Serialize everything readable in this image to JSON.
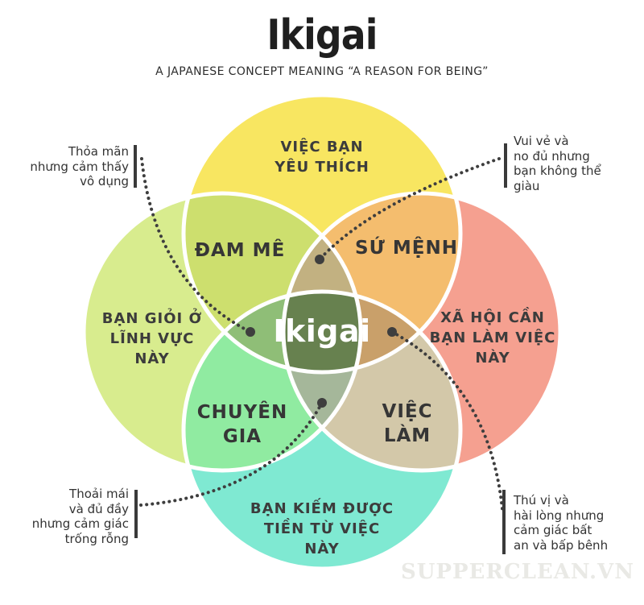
{
  "header": {
    "title": "Ikigai",
    "subtitle": "A JAPANESE CONCEPT MEANING “A REASON FOR BEING”"
  },
  "diagram": {
    "center": {
      "label": "Ikigai",
      "color": "#67814F"
    },
    "circles": {
      "top": {
        "label": "VIỆC BẠN\nYÊU THÍCH",
        "color": "#F8E661"
      },
      "left": {
        "label": "BẠN GIỎI Ở\nLĨNH VỰC\nNÀY",
        "color": "#D8EC8E"
      },
      "right": {
        "label": "XÃ HỘI CẦN\nBẠN LÀM VIỆC\nNÀY",
        "color": "#F5A090"
      },
      "bottom": {
        "label": "BẠN KIẾM ĐƯỢC\nTIỀN TỪ VIỆC\nNÀY",
        "color": "#7FE9D2"
      }
    },
    "overlaps": {
      "passion": {
        "label": "ĐAM MÊ",
        "color": "#CDDF6E"
      },
      "mission": {
        "label": "SỨ MỆNH",
        "color": "#F4BD6E"
      },
      "profession": {
        "label": "CHUYÊN\nGIA",
        "color": "#90EBA1"
      },
      "vocation": {
        "label": "VIỆC\nLÀM",
        "color": "#D3C8A9"
      },
      "triple_top": {
        "color": "#C2B181"
      },
      "triple_left": {
        "color": "#8FBE77"
      },
      "triple_right": {
        "color": "#C9A06A"
      },
      "triple_bottom": {
        "color": "#A5B79A"
      }
    },
    "annotations": {
      "top_left": {
        "text": "Thỏa mãn\nnhưng cảm thấy\nvô dụng"
      },
      "top_right": {
        "text": "Vui vẻ và\nno đủ nhưng\nbạn không thể\ngiàu"
      },
      "bottom_left": {
        "text": "Thoải mái\nvà đủ đầy\nnhưng cảm giác\ntrống rỗng"
      },
      "bottom_right": {
        "text": "Thú vị và\nhài lòng nhưng\ncảm giác bất\nan và bấp bênh"
      }
    },
    "connector_color": "#3E3E3E",
    "outline_color": "#FFFFFF"
  },
  "watermark": "SUPPERCLEAN.VN"
}
